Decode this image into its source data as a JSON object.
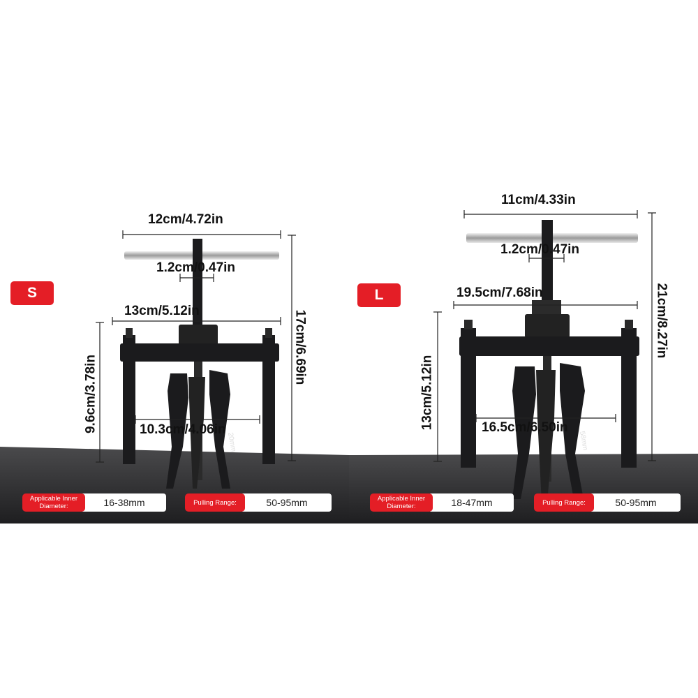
{
  "left": {
    "badge": "S",
    "dims": {
      "handle_width": "12cm/4.72in",
      "screw_dia": "1.2cm/0.47in",
      "beam_width": "13cm/5.12in",
      "total_height": "17cm/6.69in",
      "leg_height": "9.6cm/3.78in",
      "jaw_span": "10.3cm/4.06in",
      "jaw_small": "20mm"
    },
    "specs": {
      "inner_label": "Applicable Inner Diameter:",
      "inner_value": "16-38mm",
      "pull_label": "Pulling Range:",
      "pull_value": "50-95mm"
    }
  },
  "right": {
    "badge": "L",
    "dims": {
      "handle_width": "11cm/4.33in",
      "screw_dia": "1.2cm/0.47in",
      "beam_width": "19.5cm/7.68in",
      "total_height": "21cm/8.27in",
      "leg_height": "13cm/5.12in",
      "jaw_span": "16.5cm/6.50in",
      "jaw_small": "58mm"
    },
    "specs": {
      "inner_label": "Applicable Inner Diameter:",
      "inner_value": "18-47mm",
      "pull_label": "Pulling Range:",
      "pull_value": "50-95mm"
    }
  },
  "colors": {
    "accent": "#e41e26",
    "tool": "#1b1b1d",
    "floor": "#3a3a3c"
  },
  "icons": [
    "three-jaw-puller-tool"
  ]
}
